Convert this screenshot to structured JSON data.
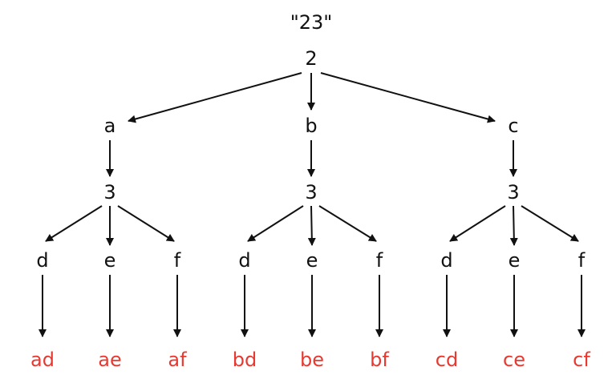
{
  "colors": {
    "text": "#111111",
    "result": "#e8382f",
    "arrow": "#111111",
    "background": "#ffffff"
  },
  "diagram": {
    "title": "\"23\"",
    "root": "2",
    "letters": [
      "a",
      "b",
      "c"
    ],
    "second_digit": "3",
    "leaves": [
      "d",
      "e",
      "f",
      "d",
      "e",
      "f",
      "d",
      "e",
      "f"
    ],
    "results": [
      "ad",
      "ae",
      "af",
      "bd",
      "be",
      "bf",
      "cd",
      "ce",
      "cf"
    ]
  }
}
